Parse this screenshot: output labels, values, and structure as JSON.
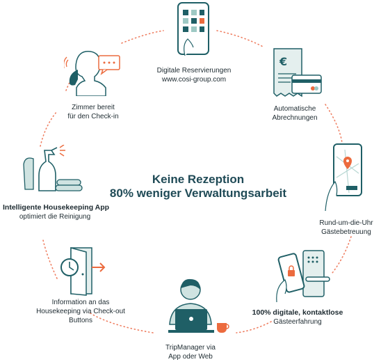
{
  "center": {
    "line1": "Keine Rezeption",
    "line2": "80% weniger Verwaltungsarbeit"
  },
  "colors": {
    "teal": "#1f5f66",
    "lightTeal": "#cfe3e1",
    "orange": "#ec6b3e",
    "dots": "#ef7f62"
  },
  "nodes": [
    {
      "icon": "phone-reservation-icon",
      "line1": "Digitale Reservierungen",
      "line2": "www.cosi-group.com"
    },
    {
      "icon": "invoice-card-icon",
      "line1": "Automatische",
      "line2": "Abrechnungen"
    },
    {
      "icon": "map-phone-icon",
      "line1": "Rund-um-die-Uhr",
      "line2": "Gästebetreuung"
    },
    {
      "icon": "digital-key-icon",
      "line1": "100% digitale, kontaktlose",
      "line2": "Gästeerfahrung"
    },
    {
      "icon": "laptop-person-icon",
      "line1": "TripManager via",
      "line2": "App oder Web"
    },
    {
      "icon": "door-clock-icon",
      "line1": "Information an das",
      "line2": "Housekeeping via Check-out",
      "line3": "Buttons"
    },
    {
      "icon": "cleaning-spray-icon",
      "line1": "Intelligente Housekeeping App",
      "line2": "optimiert die Reinigung"
    },
    {
      "icon": "receptionist-headset-icon",
      "line1": "Zimmer bereit",
      "line2": "für den Check-in"
    }
  ]
}
